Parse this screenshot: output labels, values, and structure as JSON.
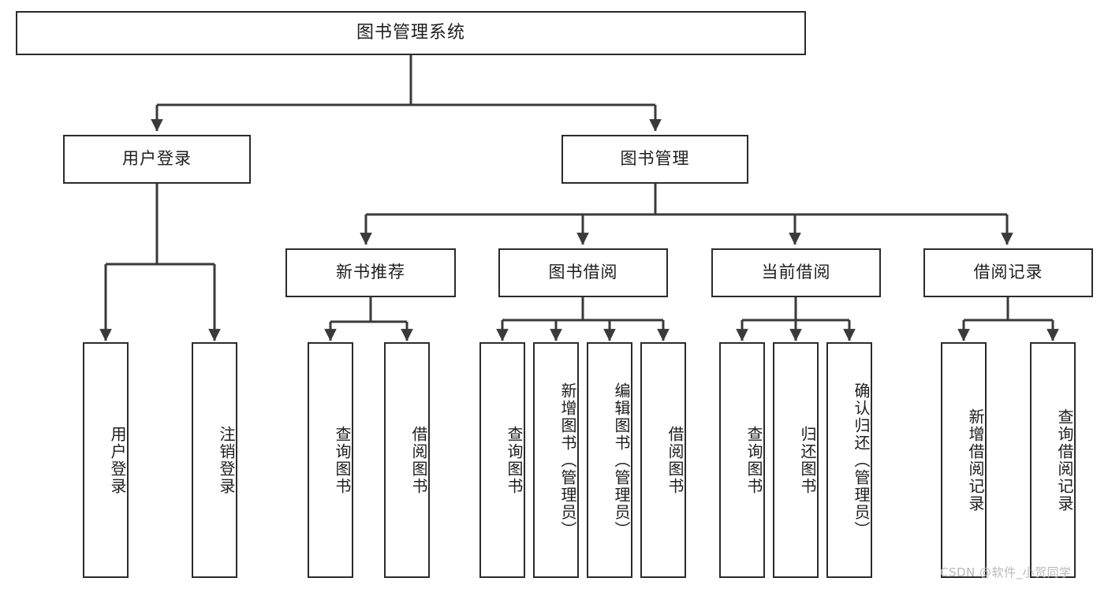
{
  "diagram": {
    "title": "图书管理系统",
    "type": "functional-structure-tree",
    "watermark": "CSDN @软件_小贺同学",
    "colors": {
      "background": "#ffffff",
      "box_border": "#2b2b2b",
      "box_fill": "#ffffff",
      "text": "#1d1d1d",
      "edge": "#3a3a3a",
      "watermark": "#b9b9b9"
    },
    "nodes": {
      "root": {
        "label": "图书管理系统"
      },
      "level1": [
        {
          "id": "user-login",
          "label": "用户登录"
        },
        {
          "id": "book-manage",
          "label": "图书管理"
        }
      ],
      "level2": [
        {
          "id": "new-book-recommend",
          "label": "新书推荐"
        },
        {
          "id": "book-borrow",
          "label": "图书借阅"
        },
        {
          "id": "current-borrow",
          "label": "当前借阅"
        },
        {
          "id": "borrow-record",
          "label": "借阅记录"
        }
      ],
      "leaves": {
        "user_login": [
          {
            "id": "leaf-user-login",
            "label": "用户登录"
          },
          {
            "id": "leaf-logout-login",
            "label": "注销登录"
          }
        ],
        "new_book_recommend": [
          {
            "id": "leaf-query-book-1",
            "label": "查询图书"
          },
          {
            "id": "leaf-borrow-book-1",
            "label": "借阅图书"
          }
        ],
        "book_borrow": [
          {
            "id": "leaf-query-book-2",
            "label": "查询图书"
          },
          {
            "id": "leaf-add-book",
            "label": "新增图书（管理员）"
          },
          {
            "id": "leaf-edit-book",
            "label": "编辑图书（管理员）"
          },
          {
            "id": "leaf-borrow-book-2",
            "label": "借阅图书"
          }
        ],
        "current_borrow": [
          {
            "id": "leaf-query-book-3",
            "label": "查询图书"
          },
          {
            "id": "leaf-return-book",
            "label": "归还图书"
          },
          {
            "id": "leaf-confirm-return",
            "label": "确认归还（管理员）"
          }
        ],
        "borrow_record": [
          {
            "id": "leaf-add-record",
            "label": "新增借阅记录"
          },
          {
            "id": "leaf-query-record",
            "label": "查询借阅记录"
          }
        ]
      }
    }
  }
}
